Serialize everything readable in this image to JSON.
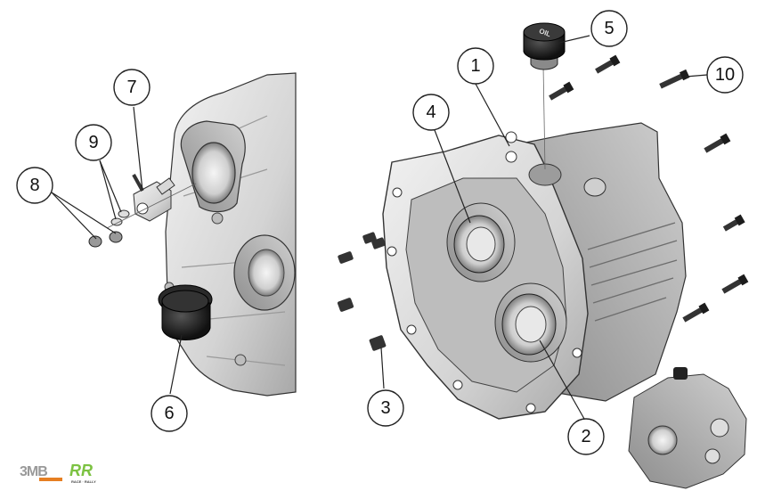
{
  "diagram": {
    "callouts": [
      {
        "id": "1",
        "label": "1"
      },
      {
        "id": "2",
        "label": "2"
      },
      {
        "id": "3",
        "label": "3"
      },
      {
        "id": "4",
        "label": "4"
      },
      {
        "id": "5",
        "label": "5"
      },
      {
        "id": "6",
        "label": "6"
      },
      {
        "id": "7",
        "label": "7"
      },
      {
        "id": "8",
        "label": "8"
      },
      {
        "id": "9",
        "label": "9"
      },
      {
        "id": "10",
        "label": "10"
      }
    ],
    "oil_cap_text": "OIL"
  },
  "logos": {
    "left_brand": "3MB",
    "right_brand": "RR",
    "right_brand_sub": "RACE · RALLY"
  },
  "colors": {
    "line": "#222222",
    "metal_light": "#e6e6e6",
    "metal_mid": "#c4c4c4",
    "metal_dark": "#7a7a7a",
    "black_part": "#1c1c1c",
    "logo_orange": "#e67e22",
    "logo_green": "#7cc242"
  }
}
